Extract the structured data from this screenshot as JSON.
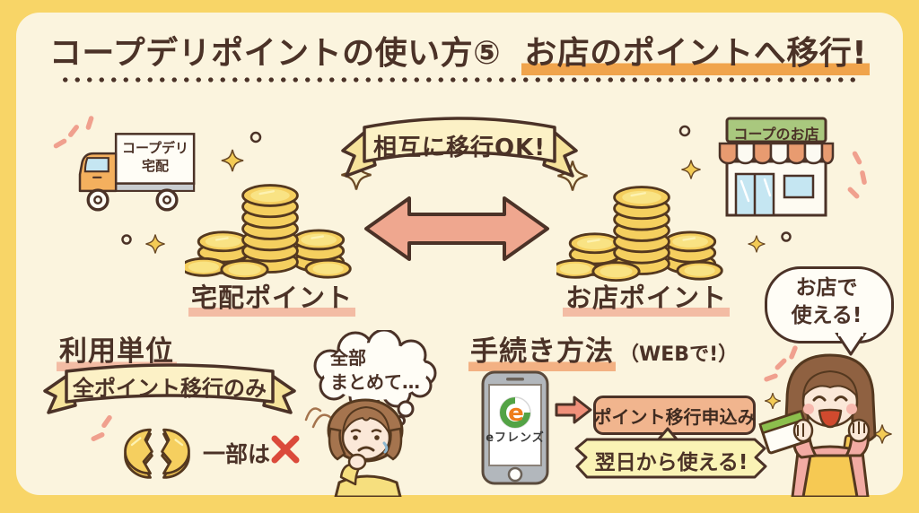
{
  "title": {
    "prefix": "コープデリポイントの使い方⑤",
    "highlighted": "お店のポイントへ移行!"
  },
  "transfer_banner": {
    "label": "相互に移行OK!"
  },
  "delivery_side": {
    "truck_sign_line1": "コープデリ",
    "truck_sign_line2": "宅配",
    "points_label": "宅配ポイント"
  },
  "store_side": {
    "sign": "コープのお店",
    "points_label": "お店ポイント"
  },
  "usage_section": {
    "heading": "利用単位",
    "rule_ribbon": "全ポイント移行のみ",
    "partial_label": "一部は",
    "partial_mark_icon": "red-cross"
  },
  "thinking_girl": {
    "thought_line1": "全部",
    "thought_line2": "まとめて…"
  },
  "procedure_section": {
    "heading": "手続き方法",
    "web_note": "（WEBで!）",
    "app_logo_letter": "e",
    "app_name": "eフレンズ",
    "apply_box": "ポイント移行申込み",
    "availability_banner": "翌日から使える!"
  },
  "happy_woman": {
    "speech_line1": "お店で",
    "speech_line2": "使える!"
  },
  "colors": {
    "frame_yellow": "#F8D567",
    "card_cream": "#FBF4DE",
    "ink_brown": "#4B3227",
    "highlight_orange": "#F0A44C",
    "highlight_pink": "#F3BCA4",
    "ribbon_fill": "#FBF0C3",
    "arrow_salmon": "#EFA78F",
    "coin_gold": "#F5CF5F",
    "apply_box_fill": "#F1B58E",
    "banner_yellow": "#FAF3B5",
    "cross_red": "#DB4A3B",
    "store_sign_green": "#A9C87E",
    "awning_orange": "#E89B70",
    "logo_green": "#53A345",
    "logo_orange": "#EE7D1A"
  }
}
